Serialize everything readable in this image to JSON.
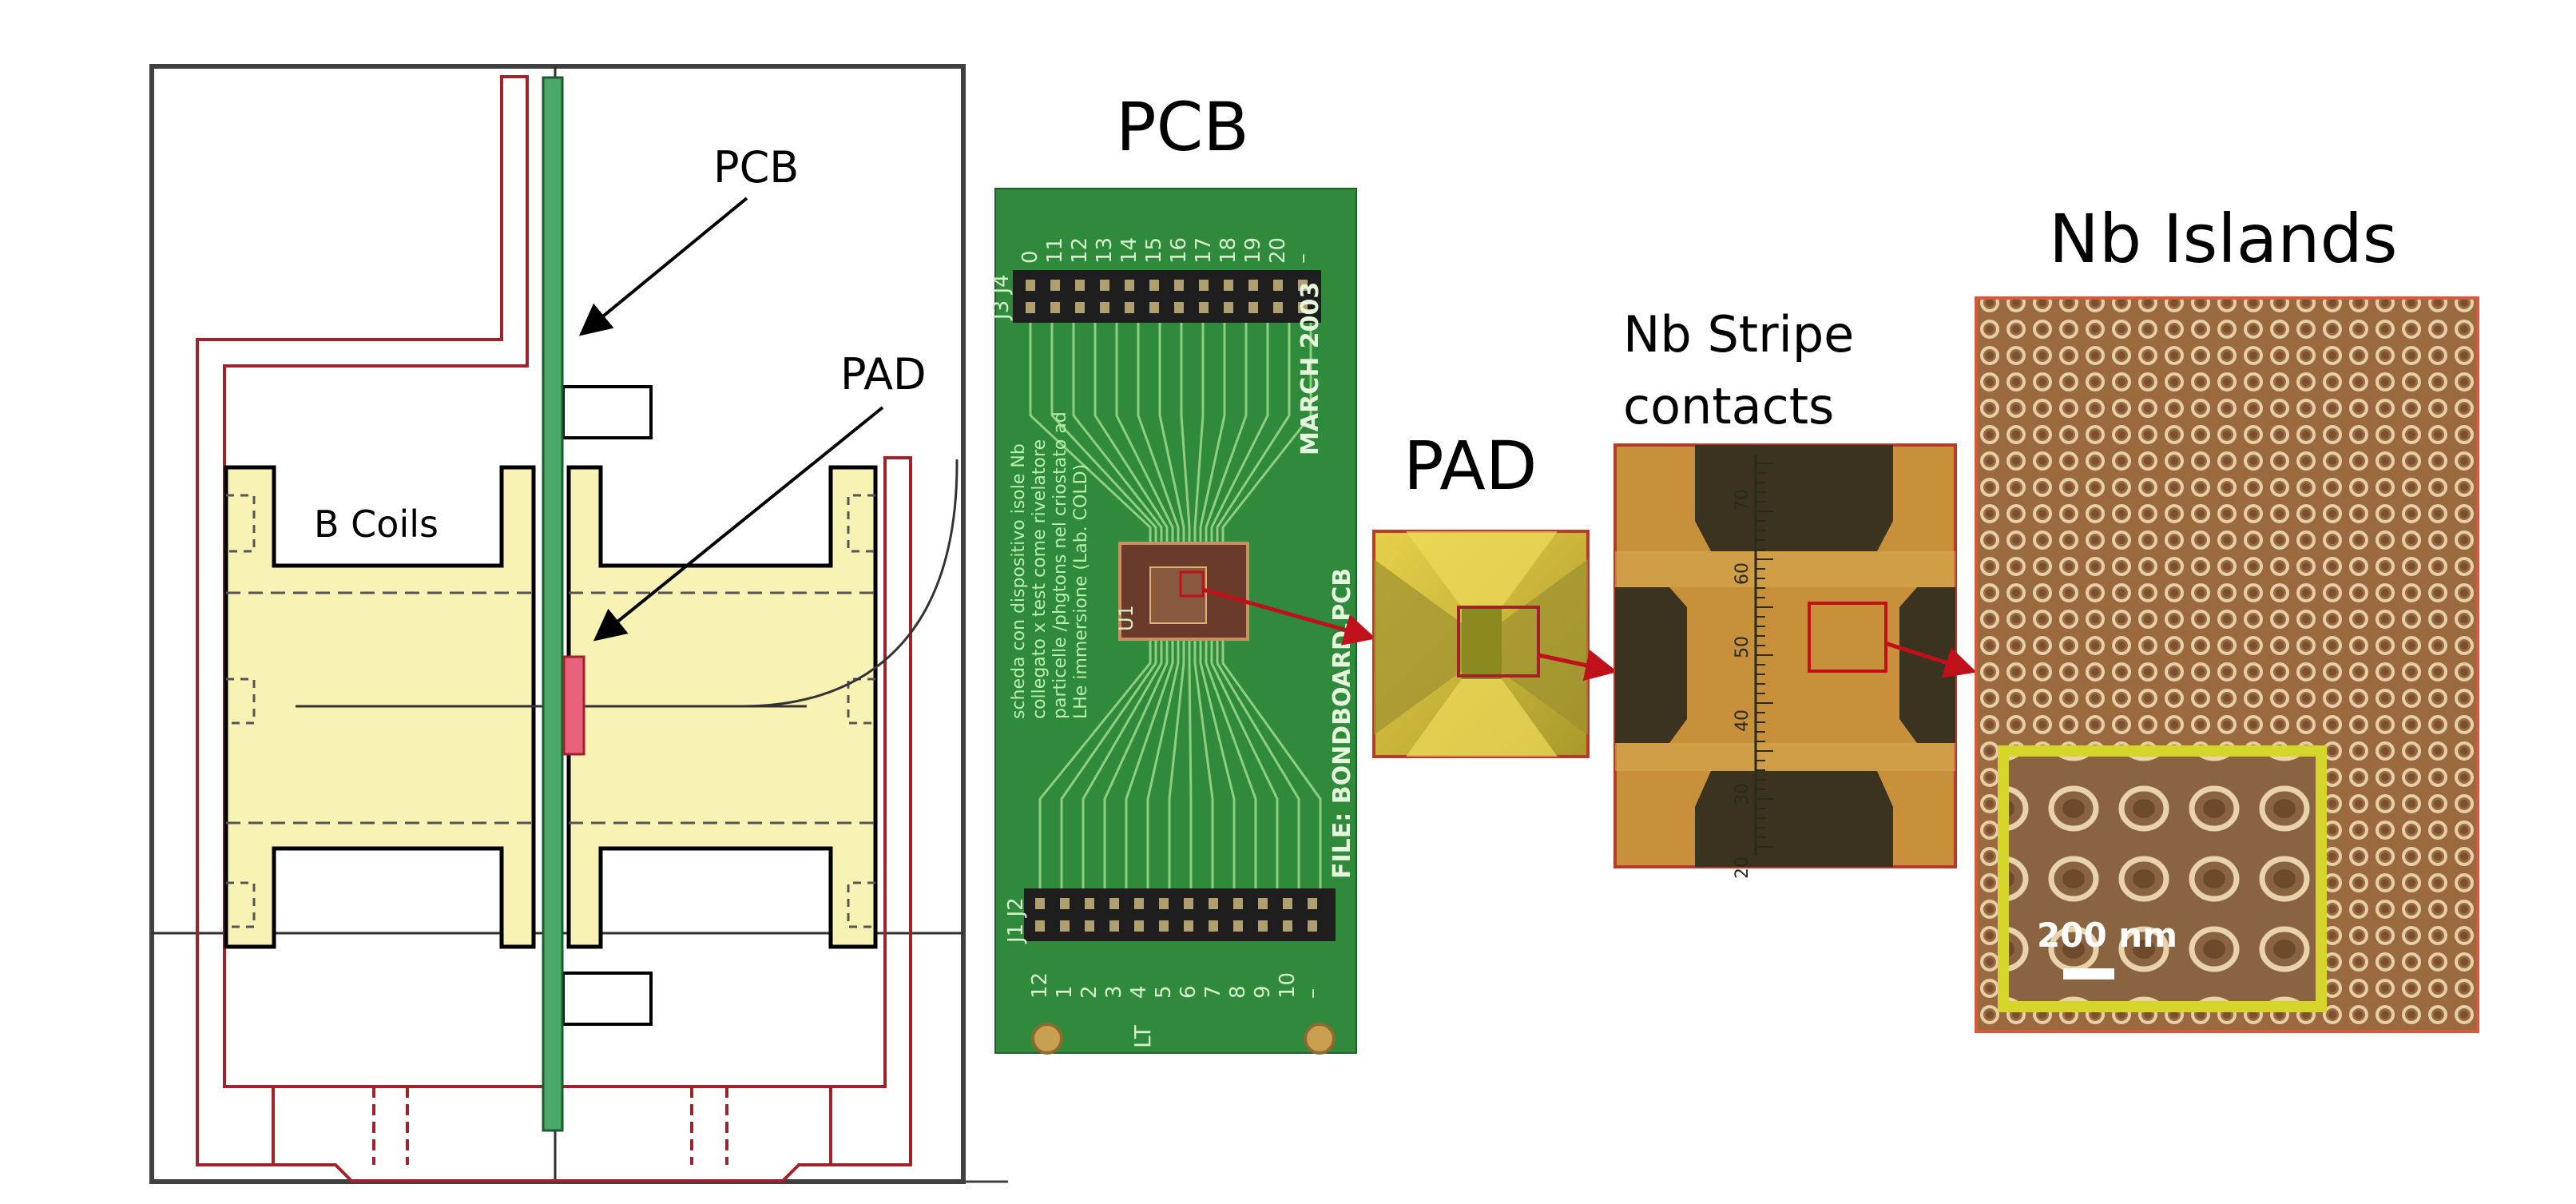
{
  "schematic": {
    "pcb_label": "PCB",
    "pad_label": "PAD",
    "coils_label": "B Coils"
  },
  "pcb_photo": {
    "title": "PCB",
    "top_pin_labels": [
      "0",
      "11",
      "12",
      "13",
      "14",
      "15",
      "16",
      "17",
      "18",
      "19",
      "20",
      "–"
    ],
    "bottom_pin_labels": [
      "12",
      "1",
      "2",
      "3",
      "4",
      "5",
      "6",
      "7",
      "8",
      "9",
      "10",
      "–"
    ],
    "connector_top_label": "J3 J4",
    "connector_bottom_label": "J1 J2",
    "date_label": "MARCH 2003",
    "file_label": "FILE: BONDBOARD.PCB",
    "chip_label": "U1",
    "corner_label": "LT",
    "notes": [
      "scheda con dispositivo isole Nb",
      "collegato x test come rivelatore",
      "particelle /phgtons nel criostato ad",
      "LHe immersione (Lab. COLD)"
    ]
  },
  "pad_photo": {
    "title": "PAD"
  },
  "stripe_photo": {
    "title_line1": "Nb Stripe",
    "title_line2": "contacts",
    "ruler_labels": [
      "70",
      "60",
      "50",
      "40",
      "30",
      "20"
    ]
  },
  "islands_photo": {
    "title": "Nb Islands",
    "scale_label": "200 nm"
  },
  "colors": {
    "coil_fill": "#f8f3b4",
    "pcb_green": "#4aa86a",
    "housing_red": "#a0222a",
    "arrow_red": "#c0101a",
    "inset_border": "#d6d62a"
  }
}
